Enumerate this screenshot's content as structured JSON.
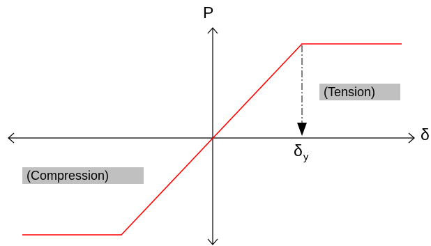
{
  "diagram": {
    "axis_label_vertical": "P",
    "axis_label_horizontal": "δ",
    "yield_symbol": "δ",
    "yield_subscript": "y",
    "tension_label": "(Tension)",
    "compression_label": "(Compression)",
    "colors": {
      "curve": "#ff0000",
      "axes": "#000000",
      "label_background": "#c0c0c0",
      "background": "#ffffff"
    }
  }
}
